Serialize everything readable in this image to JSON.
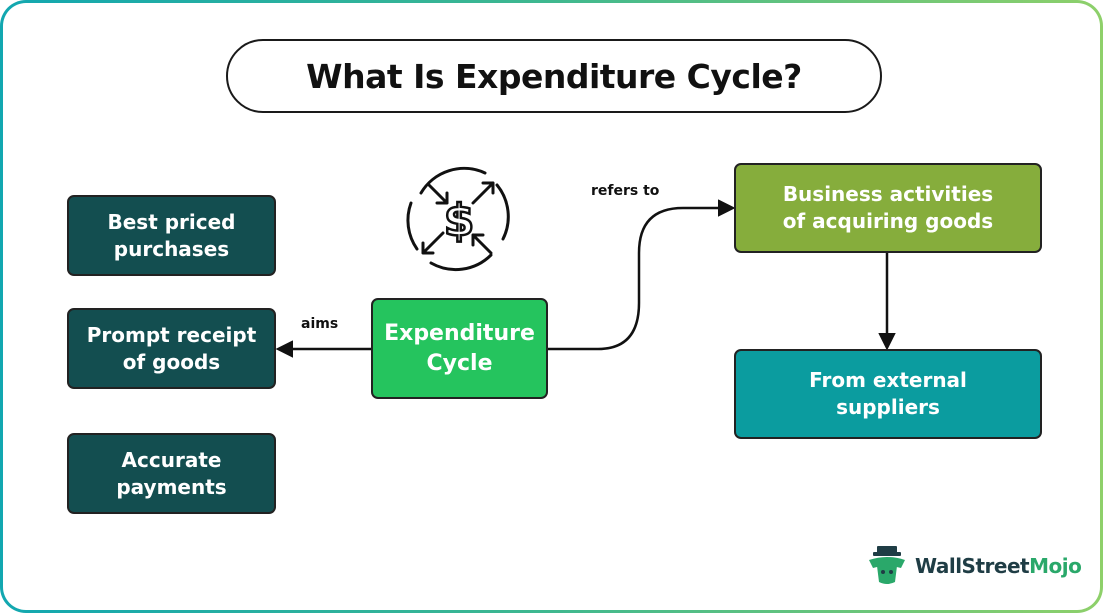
{
  "title": "What Is Expenditure Cycle?",
  "center_node": {
    "line1": "Expenditure",
    "line2": "Cycle"
  },
  "left_nodes": [
    {
      "line1": "Best priced",
      "line2": "purchases"
    },
    {
      "line1": "Prompt receipt",
      "line2": "of goods"
    },
    {
      "line1": "Accurate",
      "line2": "payments"
    }
  ],
  "right_nodes": {
    "top": {
      "line1": "Business activities",
      "line2": "of acquiring goods"
    },
    "bottom": {
      "line1": "From external",
      "line2": "suppliers"
    }
  },
  "edge_labels": {
    "aims": "aims",
    "refers_to": "refers to"
  },
  "icons": {
    "cycle": "dollar-cycle-icon",
    "logo": "mascot-logo-icon"
  },
  "colors": {
    "dark_box": "#134e50",
    "center_box": "#25c45e",
    "olive_box": "#86ad3c",
    "teal_box": "#0b9c9f",
    "frame_start": "#12a7b0",
    "frame_end": "#8ed06a"
  },
  "brand": {
    "part1": "WallStreet",
    "part2": "Mojo"
  }
}
